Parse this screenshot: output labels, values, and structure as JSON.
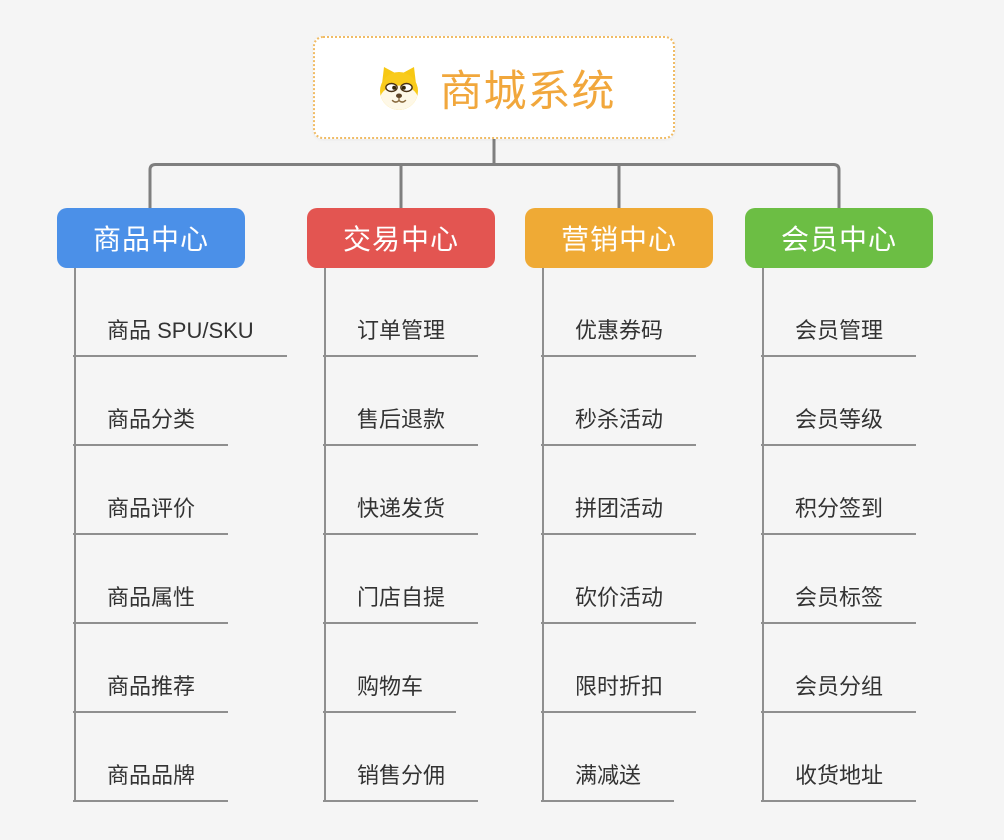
{
  "root": {
    "title": "商城系统",
    "icon": "shiba-dog-icon",
    "title_color": "#F1A73C",
    "border_color": "#F0BC66"
  },
  "branches": [
    {
      "label": "商品中心",
      "color": "#4B90E8",
      "items": [
        "商品 SPU/SKU",
        "商品分类",
        "商品评价",
        "商品属性",
        "商品推荐",
        "商品品牌"
      ]
    },
    {
      "label": "交易中心",
      "color": "#E35551",
      "items": [
        "订单管理",
        "售后退款",
        "快递发货",
        "门店自提",
        "购物车",
        "销售分佣"
      ]
    },
    {
      "label": "营销中心",
      "color": "#EFAA35",
      "items": [
        "优惠券码",
        "秒杀活动",
        "拼团活动",
        "砍价活动",
        "限时折扣",
        "满减送"
      ]
    },
    {
      "label": "会员中心",
      "color": "#6CBE44",
      "items": [
        "会员管理",
        "会员等级",
        "积分签到",
        "会员标签",
        "会员分组",
        "收货地址"
      ]
    }
  ],
  "colors": {
    "background": "#F5F5F5",
    "connector": "#7F7F7F",
    "subline": "#8F8F8F",
    "item_text": "#333333",
    "header_text": "#FFFFFF"
  }
}
